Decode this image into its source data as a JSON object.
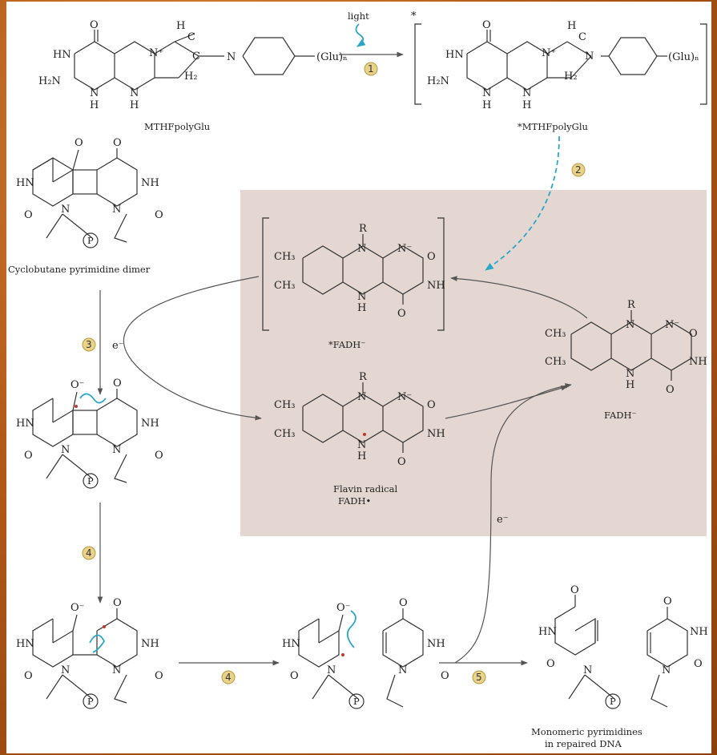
{
  "colors": {
    "background_frame": "#b8631e",
    "panel": "#ffffff",
    "shaded_box": "#e4d7d2",
    "step_badge": "#e9d38a",
    "electron_arrow": "#2aa7c7"
  },
  "labels": {
    "light": "light",
    "mthf": "MTHFpolyGlu",
    "mthf_excited": "*MTHFpolyGlu",
    "dimer": "Cyclobutane pyrimidine dimer",
    "fadh_excited": "*FADH⁻",
    "fadh": "FADH⁻",
    "radical_line1": "Flavin radical",
    "radical_line2": "FADH•",
    "monomers_line1": "Monomeric pyrimidines",
    "monomers_line2": "in repaired DNA",
    "electron": "e⁻",
    "glu": "(Glu)ₙ"
  },
  "steps": [
    "1",
    "2",
    "3",
    "4",
    "4",
    "5"
  ],
  "atoms": {
    "O": "O",
    "HN": "HN",
    "NH": "NH",
    "N": "N",
    "H": "H",
    "H2N": "H₂N",
    "H2": "H₂",
    "C": "C",
    "P": "P",
    "R": "R",
    "CH3": "CH₃",
    "Om": "O⁻",
    "Nm": "N⁻",
    "Nplus": "N⁺",
    "star": "*"
  }
}
